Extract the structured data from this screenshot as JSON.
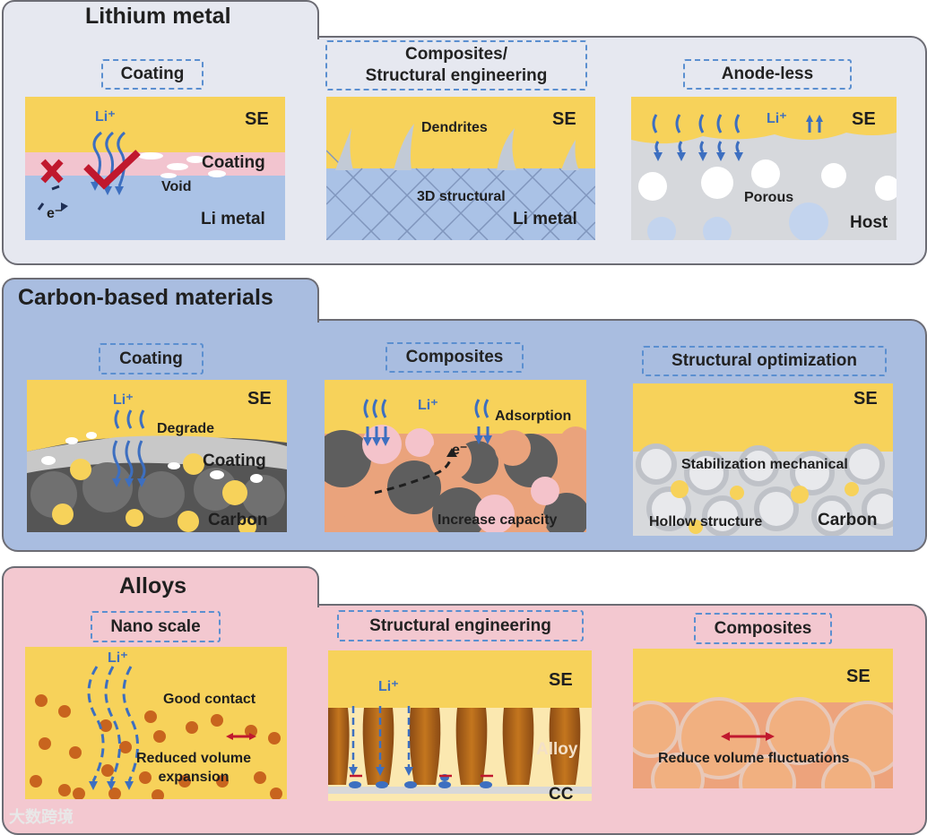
{
  "sections": [
    {
      "title": "Lithium metal",
      "panels": [
        {
          "label": "Coating",
          "texts": {
            "se": "SE",
            "coating": "Coating",
            "void": "Void",
            "li_metal": "Li metal",
            "li_ion": "Li⁺",
            "electron": "e⁻"
          }
        },
        {
          "label": "Composites/\nStructural engineering",
          "texts": {
            "se": "SE",
            "dendrites": "Dendrites",
            "structural": "3D structural",
            "li_metal": "Li metal"
          }
        },
        {
          "label": "Anode-less",
          "texts": {
            "se": "SE",
            "li_ion": "Li⁺",
            "porous": "Porous",
            "host": "Host"
          }
        }
      ]
    },
    {
      "title": "Carbon-based materials",
      "panels": [
        {
          "label": "Coating",
          "texts": {
            "se": "SE",
            "li_ion": "Li⁺",
            "degrade": "Degrade",
            "coating": "Coating",
            "carbon": "Carbon"
          }
        },
        {
          "label": "Composites",
          "texts": {
            "li_ion": "Li⁺",
            "adsorption": "Adsorption",
            "electron": "e⁻",
            "capacity": "Increase capacity"
          }
        },
        {
          "label": "Structural optimization",
          "texts": {
            "se": "SE",
            "stabilization": "Stabilization mechanical",
            "hollow": "Hollow structure",
            "carbon": "Carbon"
          }
        }
      ]
    },
    {
      "title": "Alloys",
      "panels": [
        {
          "label": "Nano scale",
          "texts": {
            "li_ion": "Li⁺",
            "contact": "Good contact",
            "reduced": "Reduced volume\nexpansion"
          }
        },
        {
          "label": "Structural engineering",
          "texts": {
            "se": "SE",
            "li_ion": "Li⁺",
            "alloy": "Alloy",
            "cc": "CC"
          }
        },
        {
          "label": "Composites",
          "texts": {
            "se": "SE",
            "fluct": "Reduce volume fluctuations"
          }
        }
      ]
    }
  ],
  "watermark": "大数跨境",
  "colors": {
    "se": "#f7d25a",
    "lithium_bg": "#e6e8f0",
    "carbon_bg": "#a9bde0",
    "alloy_bg": "#f3c8d0",
    "arrow": "#3d6fc0",
    "li_metal": "#aac2e6",
    "carbon": "#606060",
    "alloy": "#a25f1e",
    "coating_pink": "#f2c4cf",
    "check": "#c0182e"
  }
}
